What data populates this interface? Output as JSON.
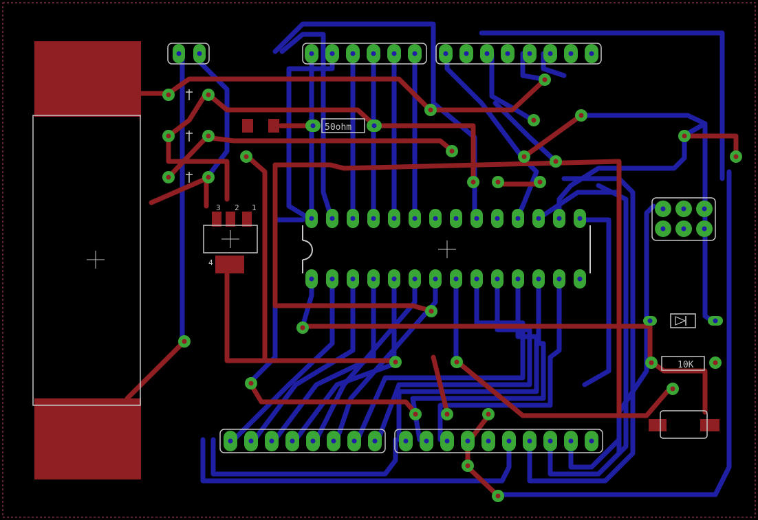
{
  "colors": {
    "background": "#000000",
    "top_copper": "#8f1f22",
    "bottom_copper": "#1f1fa3",
    "pad": "#3aa635",
    "silkscreen": "#c8c8c8",
    "border": "#c0406a"
  },
  "labels": {
    "resistor_50": "50ohm",
    "resistor_10k": "10K",
    "regulator_pin3": "3",
    "regulator_pin2": "2",
    "regulator_pin1": "1",
    "regulator_pin4": "4"
  }
}
